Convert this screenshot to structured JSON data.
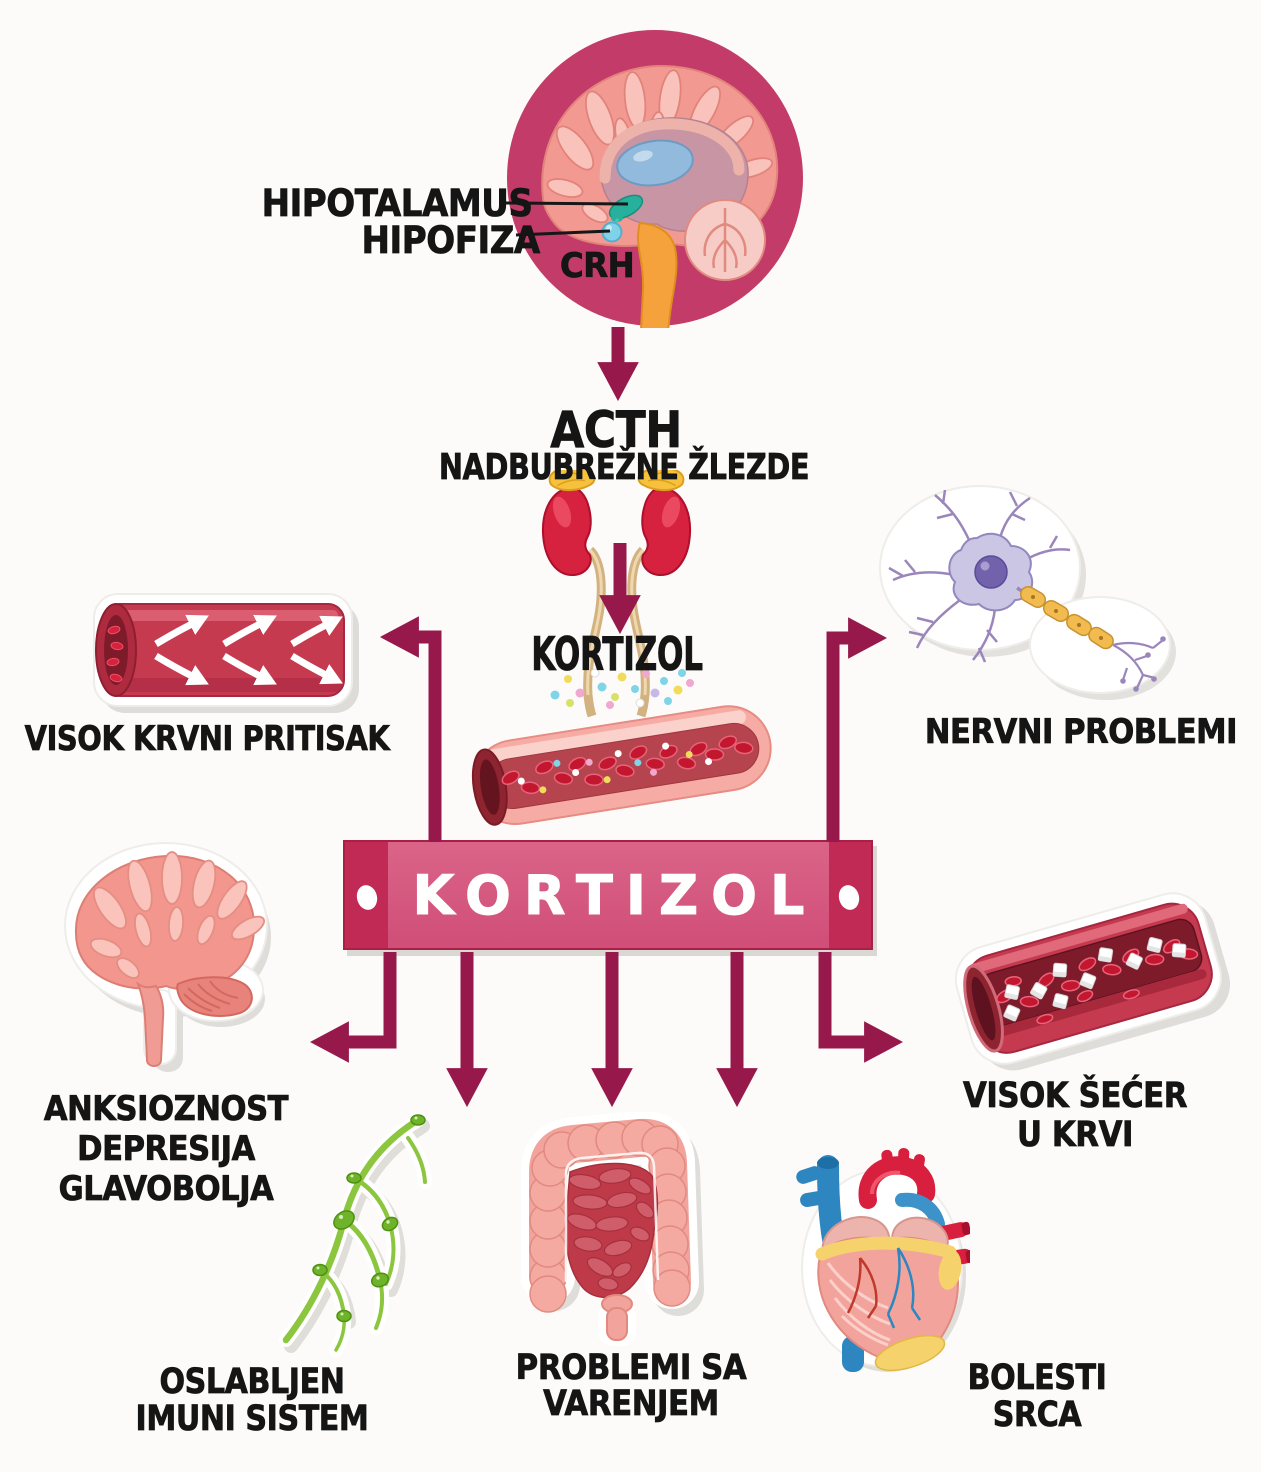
{
  "colors": {
    "background": "#FCFBF9",
    "arrow": "#97194B",
    "brain_circle": "#C23B69",
    "banner_outer": "#C02A55",
    "banner_inner": "#D5567E",
    "banner_text": "#FFFFFF",
    "text": "#151515"
  },
  "hpa_axis": {
    "hypothalamus": "HIPOTALAMUS",
    "pituitary": "HIPOFIZA",
    "crh": "CRH",
    "acth": "ACTH",
    "adrenal_glands": "NADBUBREŽNE ŽLEZDE",
    "cortisol": "KORTIZOL"
  },
  "banner": {
    "label": "KORTIZOL"
  },
  "effects": {
    "high_blood_pressure": {
      "label": "VISOK KRVNI PRITISAK"
    },
    "nerve_problems": {
      "label": "NERVNI PROBLEMI"
    },
    "anxiety": {
      "line1": "ANKSIOZNOST",
      "line2": "DEPRESIJA",
      "line3": "GLAVOBOLJA"
    },
    "high_blood_sugar": {
      "line1": "VISOK ŠEĆER",
      "line2": "U KRVI"
    },
    "weakened_immune_system": {
      "line1": "OSLABLJEN",
      "line2": "IMUNI SISTEM"
    },
    "digestive_problems": {
      "line1": "PROBLEMI SA",
      "line2": "VARENJEM"
    },
    "heart_disease": {
      "line1": "BOLESTI",
      "line2": "SRCA"
    }
  }
}
